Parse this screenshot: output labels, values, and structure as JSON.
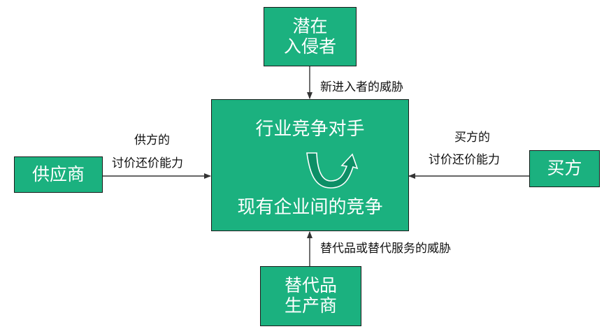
{
  "colors": {
    "box_fill": "#1bb17f",
    "box_border": "#1a1a1a",
    "box_text": "#ffffff",
    "arrow": "#333333",
    "curve_fill": "#0c8f66"
  },
  "boxes": {
    "new_entrants": {
      "line1": "潜在",
      "line2": "入侵者"
    },
    "center": {
      "title": "行业竞争对手",
      "subtitle": "现有企业间的竞争"
    },
    "suppliers": {
      "label": "供应商"
    },
    "buyers": {
      "label": "买方"
    },
    "substitutes": {
      "line1": "替代品",
      "line2": "生产商"
    }
  },
  "arrows": {
    "top": {
      "label": "新进入者的威胁"
    },
    "left": {
      "line1": "供方的",
      "line2": "讨价还价能力"
    },
    "right": {
      "line1": "买方的",
      "line2": "讨价还价能力"
    },
    "bottom": {
      "label": "替代品或替代服务的威胁"
    }
  }
}
